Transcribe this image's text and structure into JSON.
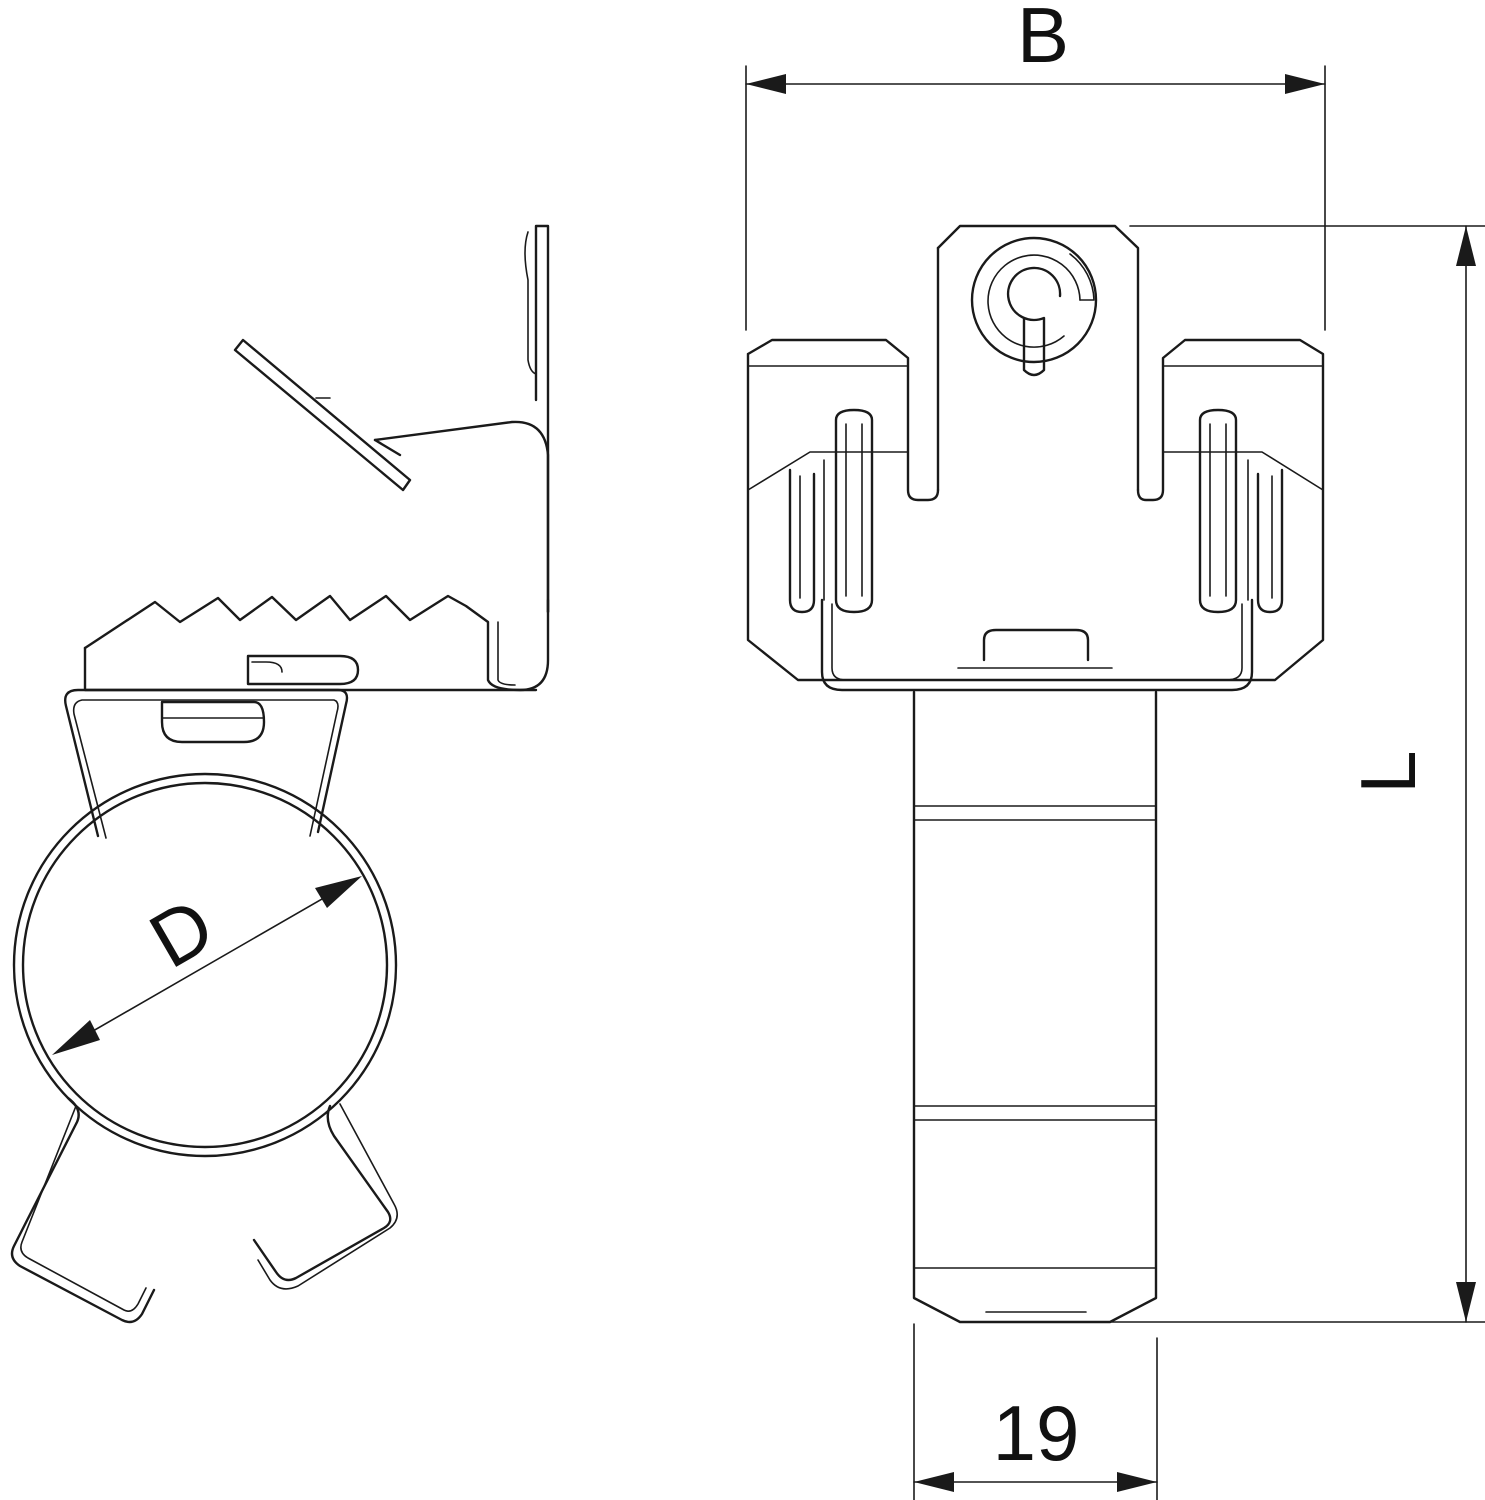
{
  "dimensions": {
    "width_label": "B",
    "length_label": "L",
    "diameter_label": "D",
    "base_width_label": "19"
  },
  "colors": {
    "line": "#1a1a1a",
    "background": "#ffffff"
  }
}
